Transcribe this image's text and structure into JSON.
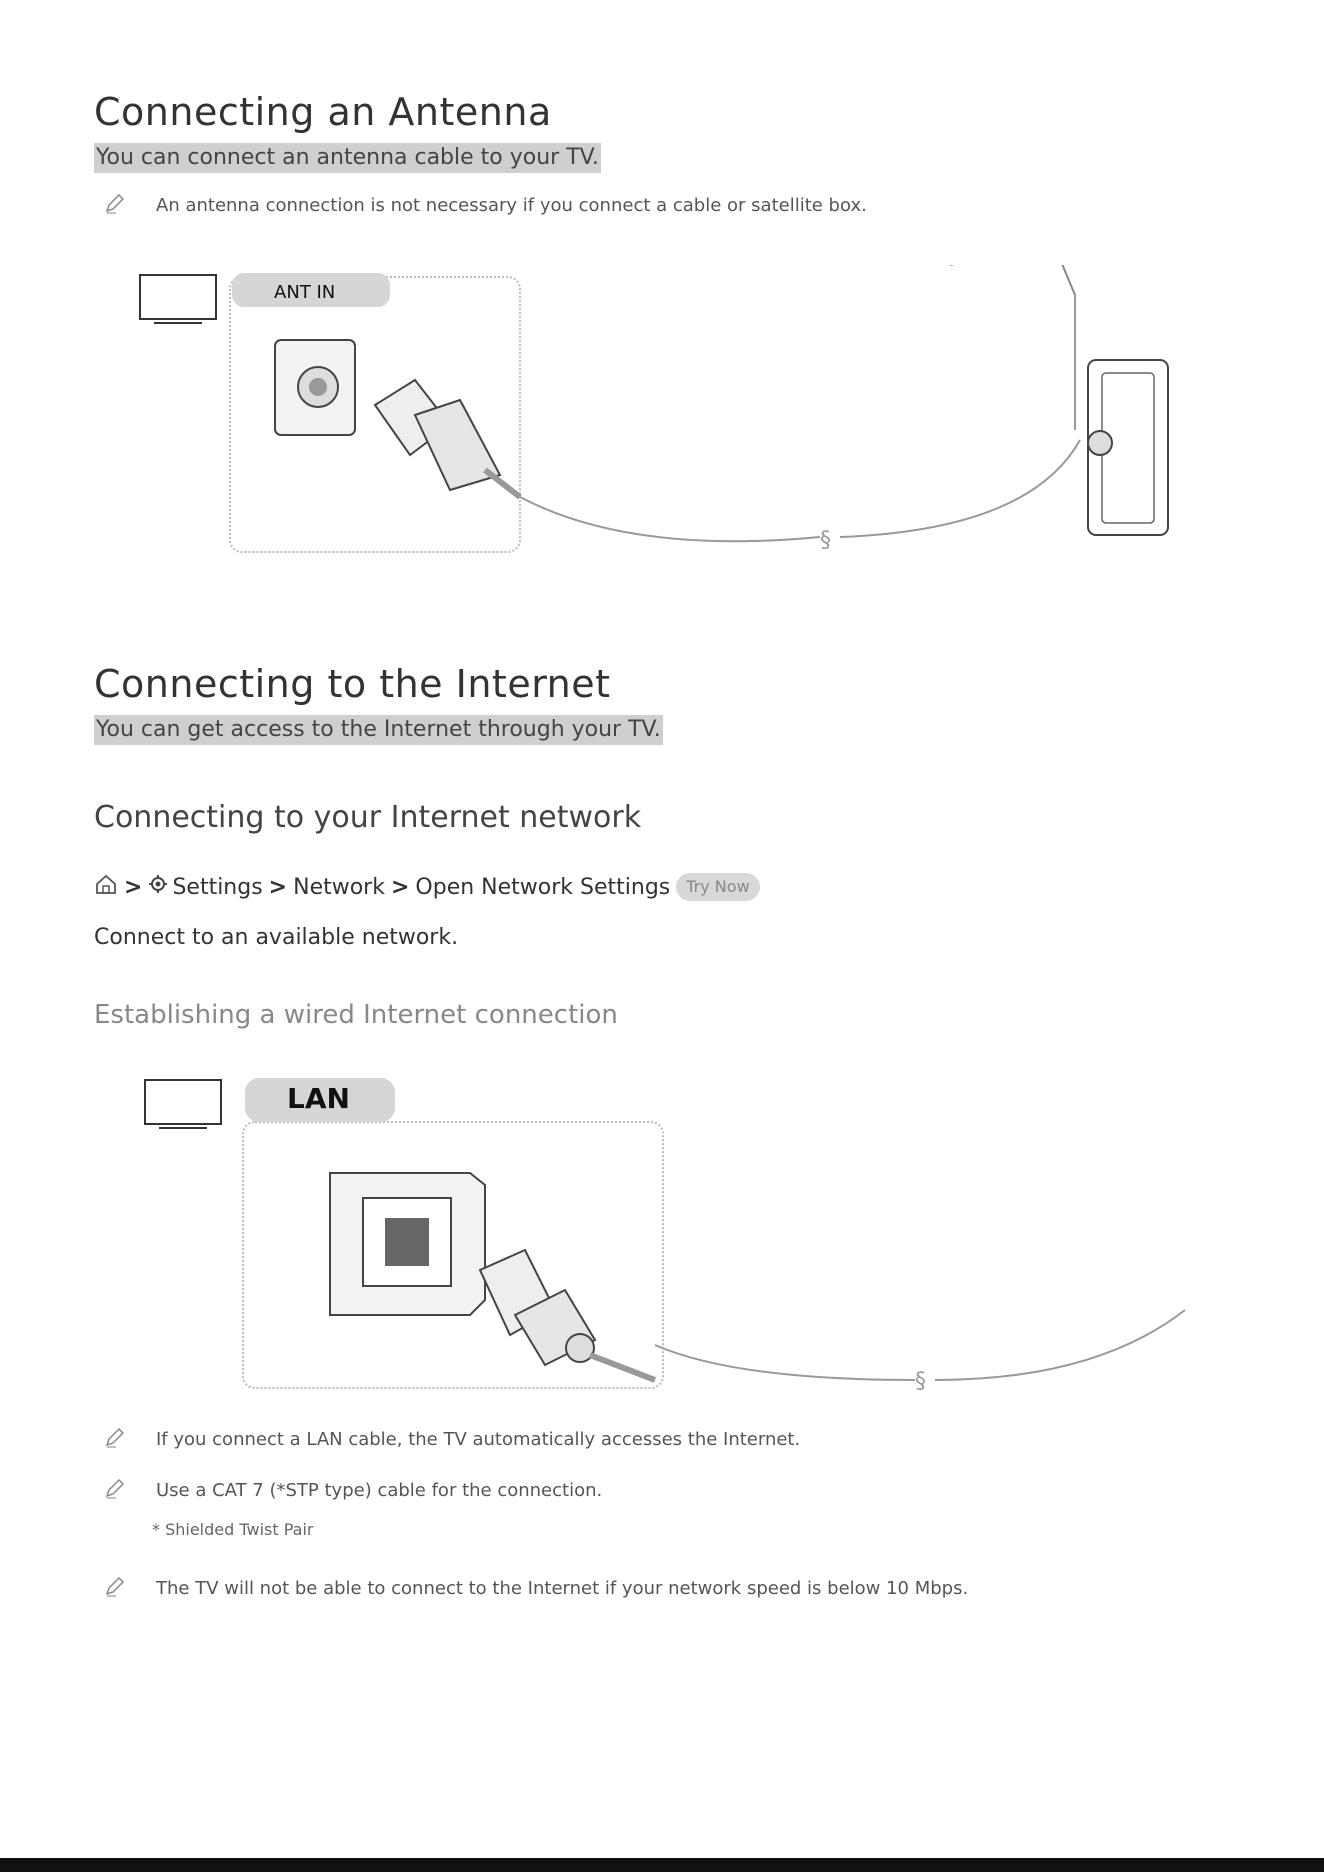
{
  "section1": {
    "title": "Connecting an Antenna",
    "subtitle": "You can connect an antenna cable to your TV.",
    "note": "An antenna connection is not necessary if you connect a cable or satellite box.",
    "port_label": "ANT IN"
  },
  "section2": {
    "title": "Connecting to the Internet",
    "subtitle": "You can get access to the Internet through your TV."
  },
  "section3": {
    "title": "Connecting to your Internet network",
    "path": {
      "home_icon": "home-icon",
      "settings_icon": "gear-icon",
      "settings": "Settings",
      "network": "Network",
      "open_network_settings": "Open Network Settings",
      "sep": ">",
      "try_now": "Try Now"
    },
    "body": "Connect to an available network."
  },
  "section4": {
    "title": "Establishing a wired Internet connection",
    "port_label": "LAN",
    "notes": [
      "If you connect a LAN cable, the TV automatically accesses the Internet.",
      "Use a CAT 7 (*STP type) cable for the connection.",
      "The TV will not be able to connect to the Internet if your network speed is below 10 Mbps."
    ],
    "footnote": "* Shielded Twist Pair"
  }
}
